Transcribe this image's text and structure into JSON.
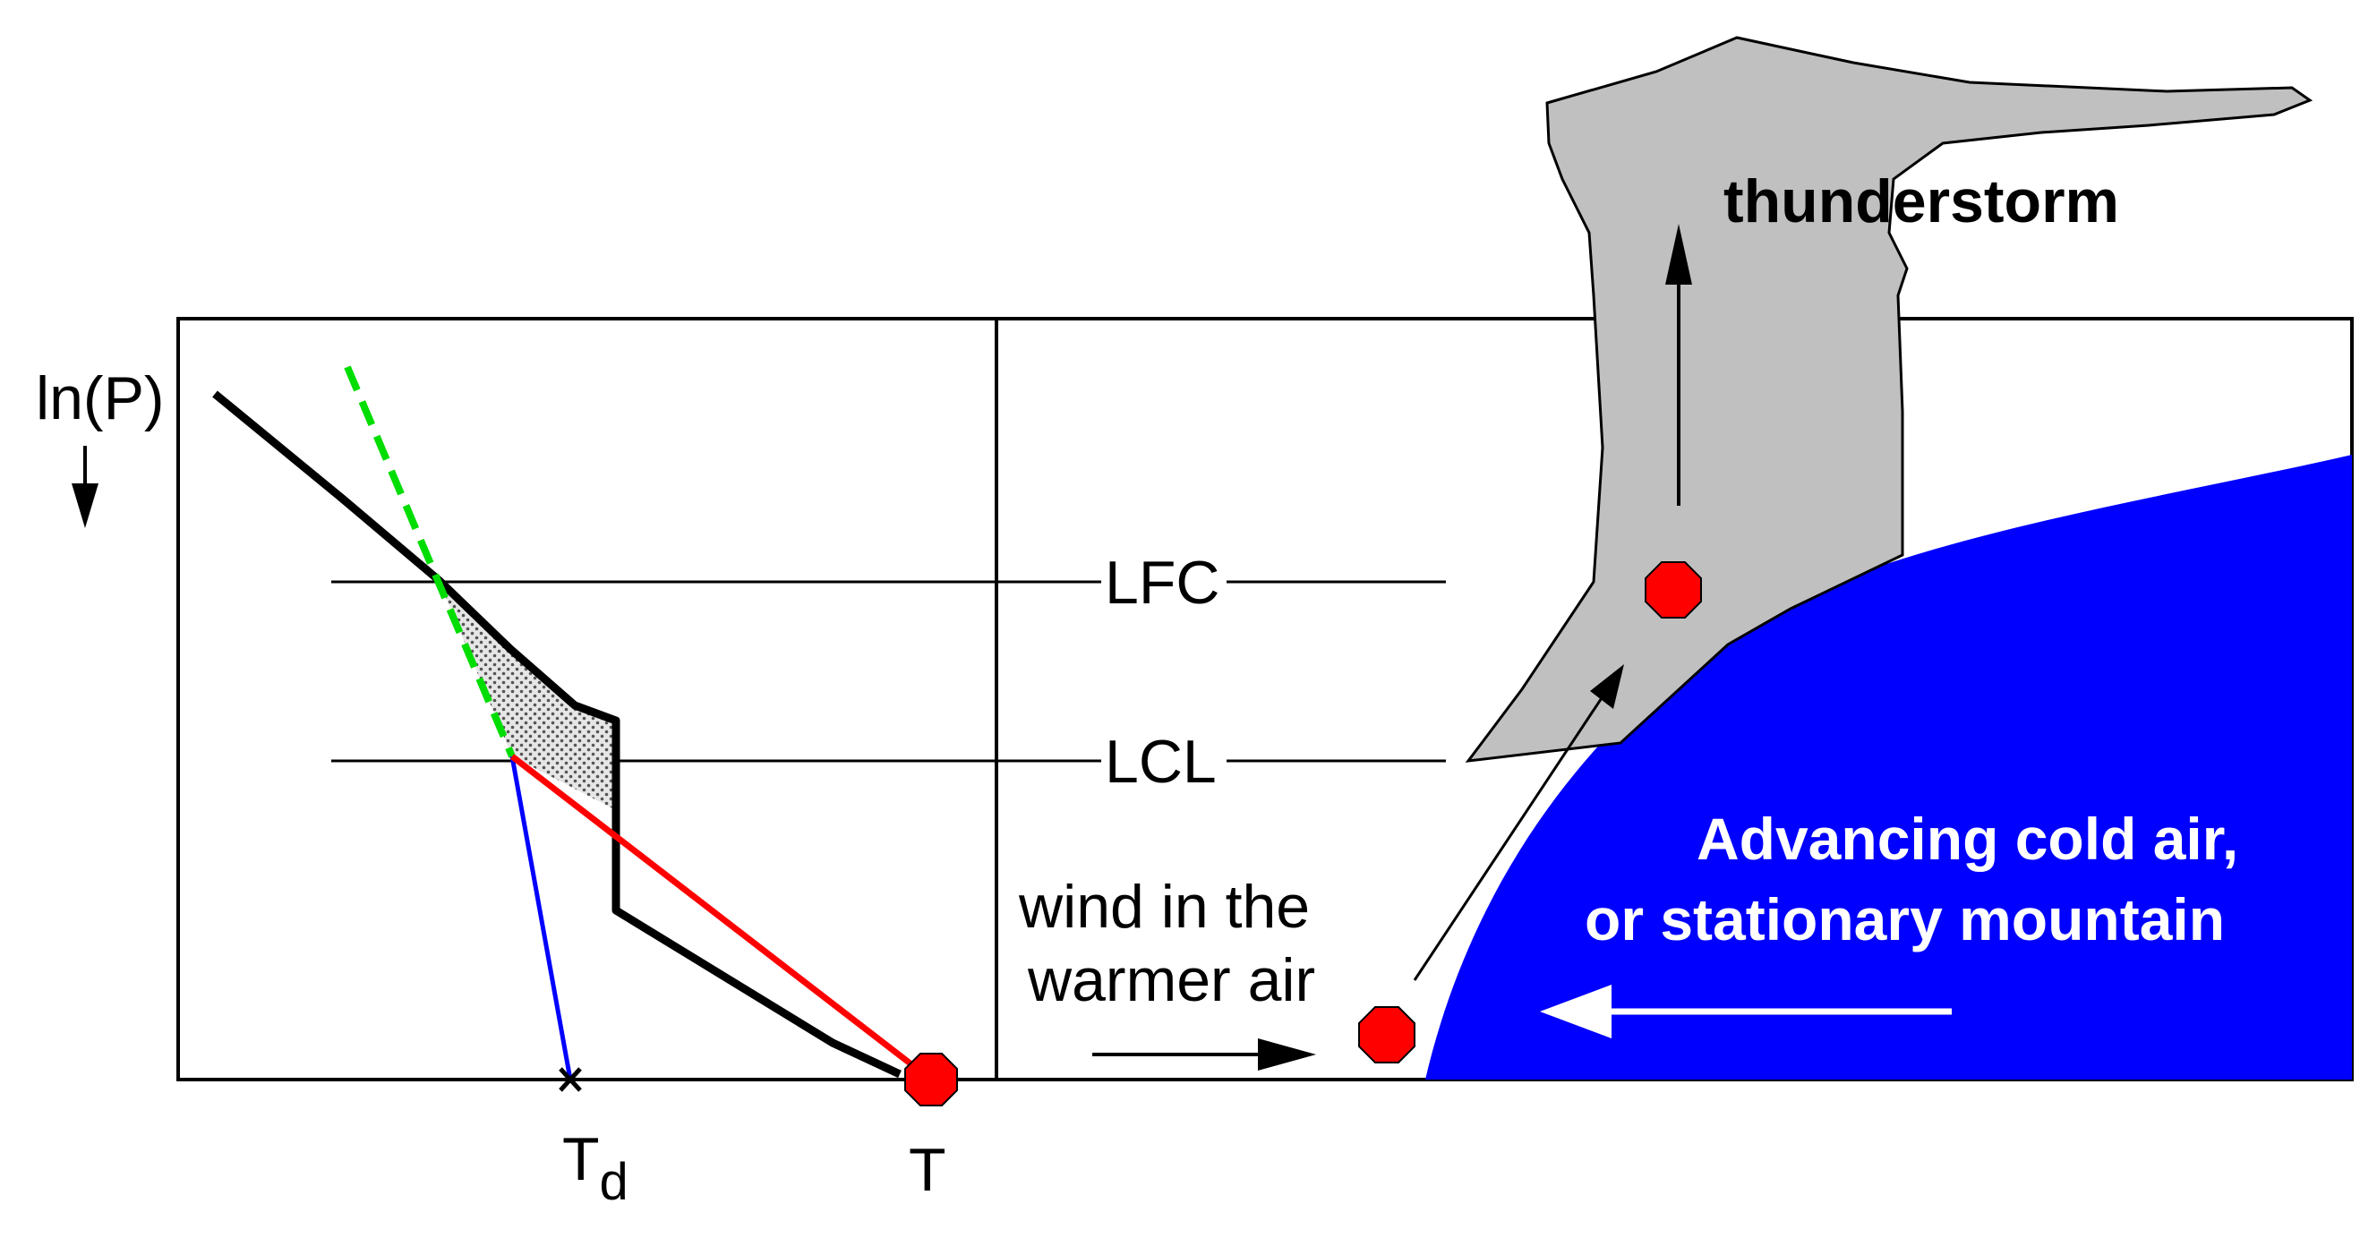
{
  "labels": {
    "y_axis": "ln(P)",
    "lfc": "LFC",
    "lcl": "LCL",
    "td_main": "T",
    "td_sub": "d",
    "t": "T",
    "thunderstorm": "thunderstorm",
    "wind_line1": "wind in the",
    "wind_line2": "warmer air",
    "cold_line1": "Advancing cold air,",
    "cold_line2": "or stationary mountain"
  },
  "colors": {
    "sounding": "#000000",
    "dewpoint_path": "#0000ff",
    "dry_adiabat": "#ff0000",
    "moist_adiabat": "#00dd00",
    "parcel": "#ff0000",
    "cold_air": "#0000ff",
    "cloud": "#c0c0c0"
  }
}
